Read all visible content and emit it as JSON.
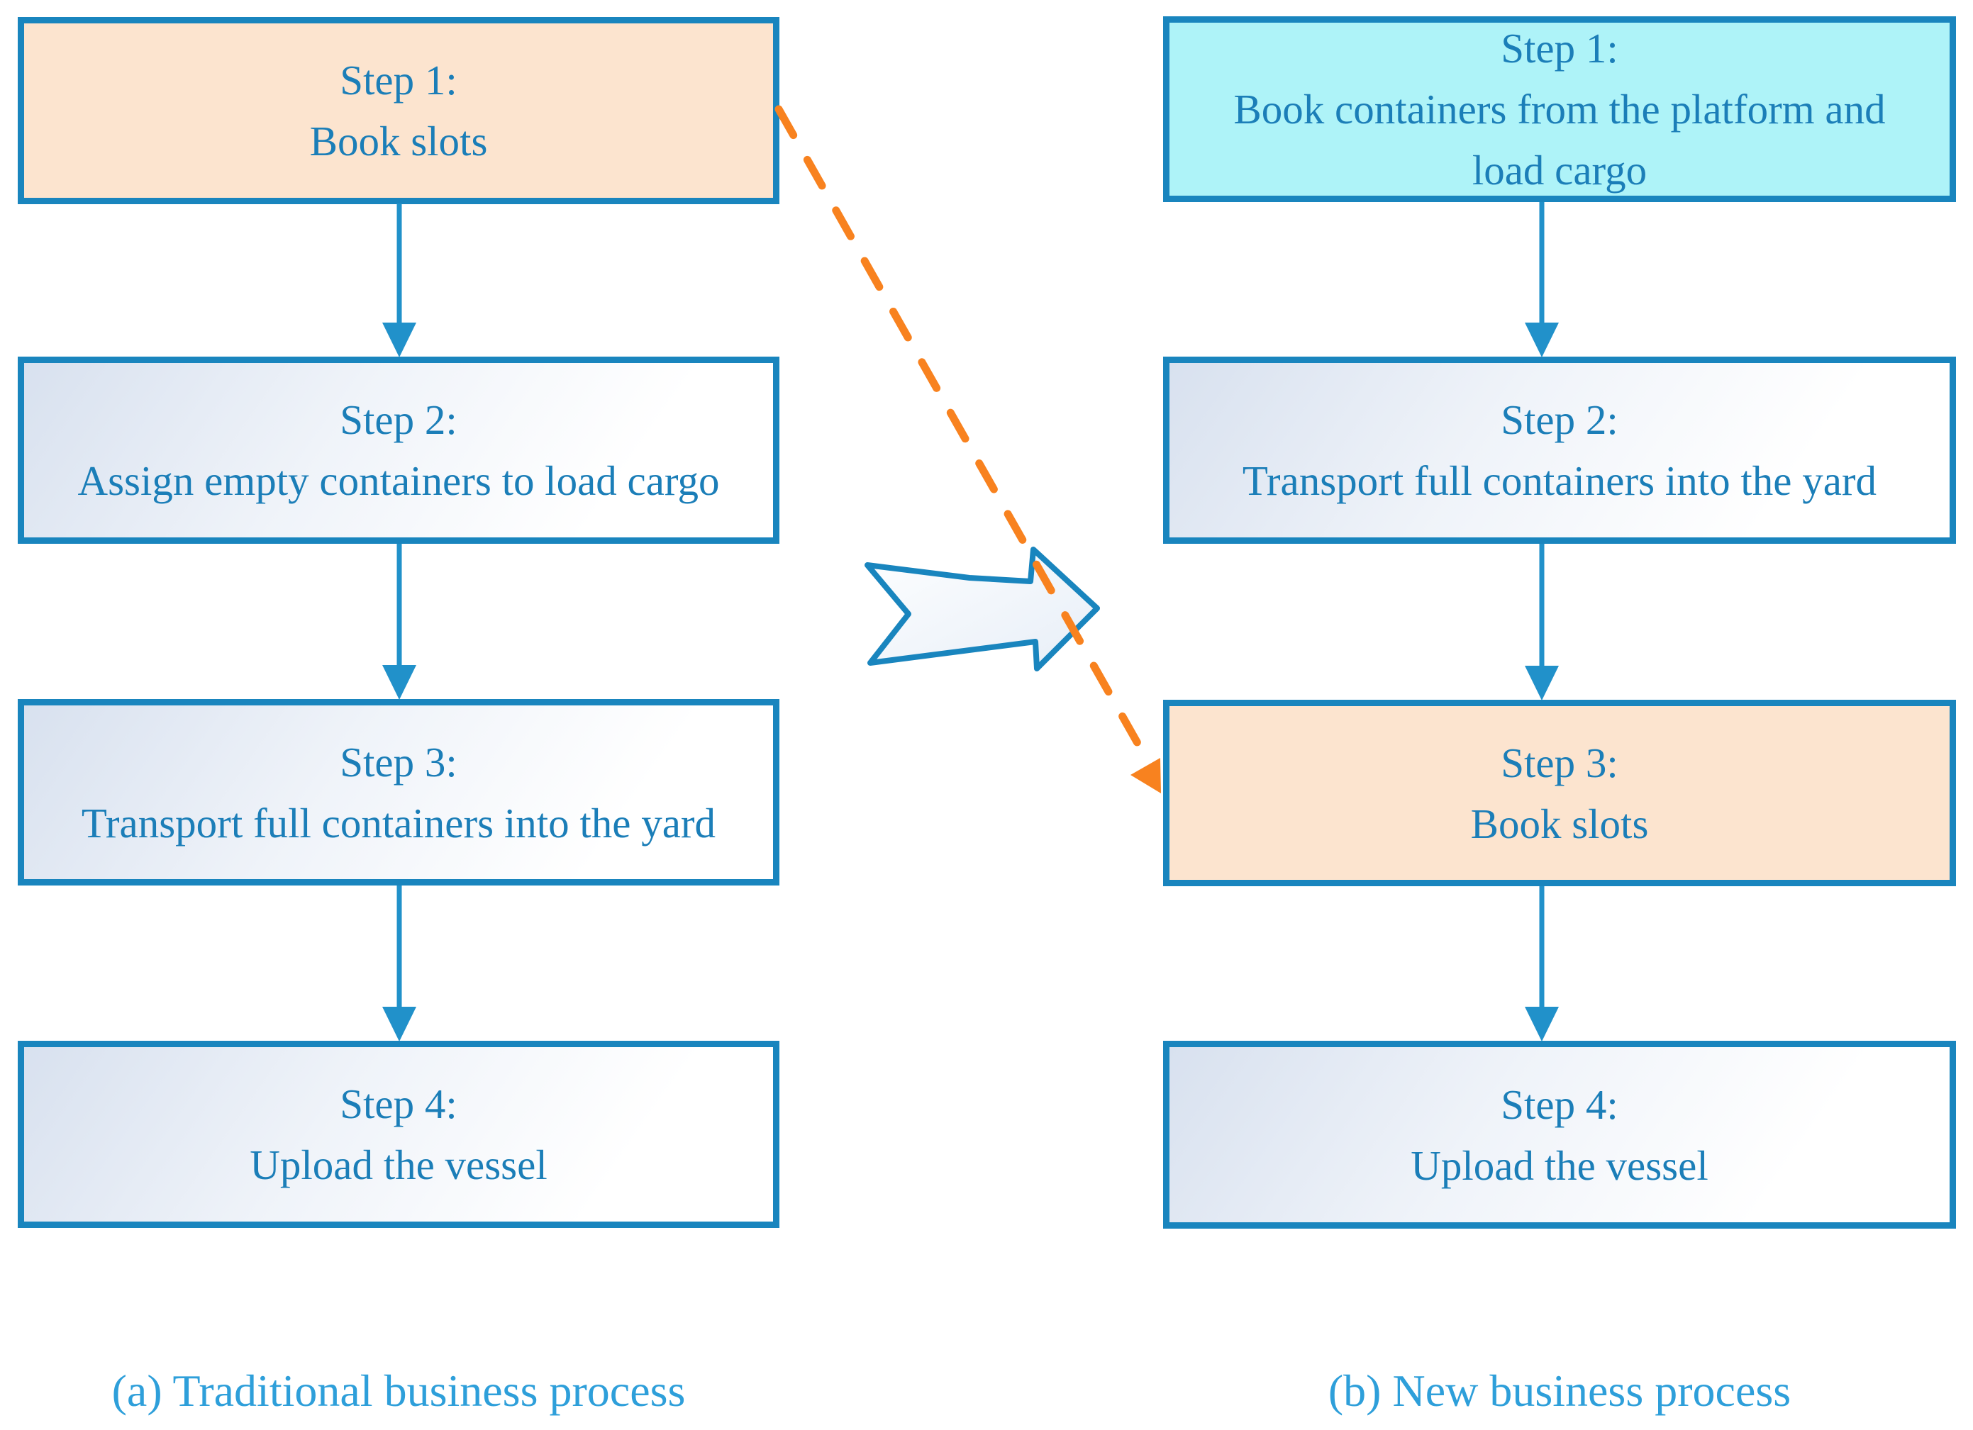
{
  "figure": {
    "type": "business-process-comparison-flowchart",
    "columns": [
      {
        "caption": "(a) Traditional business process",
        "steps": [
          {
            "label": "Step 1:",
            "text": "Book slots",
            "fill": "peach"
          },
          {
            "label": "Step 2:",
            "text": "Assign empty containers to load cargo",
            "fill": "default"
          },
          {
            "label": "Step 3:",
            "text": "Transport full containers into the yard",
            "fill": "default"
          },
          {
            "label": "Step 4:",
            "text": "Upload the vessel",
            "fill": "default"
          }
        ]
      },
      {
        "caption": "(b) New business process",
        "steps": [
          {
            "label": "Step 1:",
            "text": "Book containers from the platform and load cargo",
            "fill": "cyan"
          },
          {
            "label": "Step 2:",
            "text": "Transport full containers into the yard",
            "fill": "default"
          },
          {
            "label": "Step 3:",
            "text": "Book slots",
            "fill": "peach"
          },
          {
            "label": "Step 4:",
            "text": "Upload the vessel",
            "fill": "default"
          }
        ]
      }
    ],
    "icons": {
      "transform_arrow": "right-block-arrow",
      "step_connector": "down-arrow",
      "book_slots_move": "dashed-diagonal-arrow"
    },
    "colors": {
      "box_border_blue": "#1985BE",
      "connector_blue": "#2191CA",
      "step_text_blue": "#1B7EB8",
      "caption_blue": "#2E9FDA",
      "transfer_arrow_orange": "#F8821F",
      "highlight_peach": "#FCE4CF",
      "highlight_cyan": "#AEF3F8"
    }
  }
}
